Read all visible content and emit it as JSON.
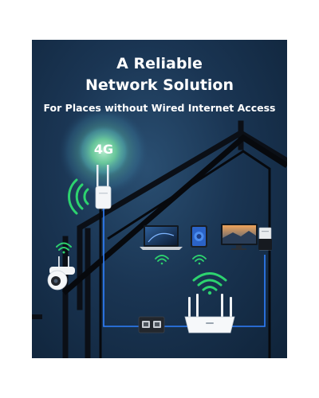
{
  "header": {
    "title_line1": "A Reliable",
    "title_line2": "Network Solution",
    "subtitle": "For Places without Wired Internet Access"
  },
  "antenna": {
    "badge": "4G"
  },
  "icons": [
    "antenna-4g-icon",
    "camera-icon",
    "laptop-icon",
    "tablet-icon",
    "desktop-computer-icon",
    "router-icon",
    "poe-injector-icon",
    "wifi-icon"
  ],
  "colors": {
    "background": "#163352",
    "wifi": "#2dd36f",
    "cable": "#2f80ff",
    "house_outline": "#0b0f16",
    "glow": "#7ee2ad"
  }
}
